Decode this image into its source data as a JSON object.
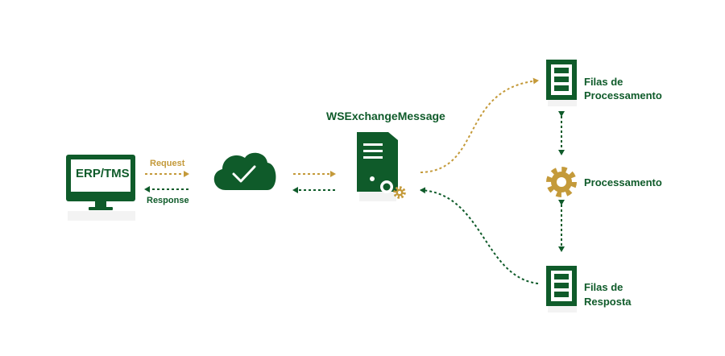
{
  "colors": {
    "green": "#0f5b2a",
    "gold": "#c49a3a",
    "background": "#ffffff"
  },
  "nodes": {
    "erp": {
      "label": "ERP/TMS",
      "icon": "monitor-icon"
    },
    "cloud": {
      "icon": "cloud-check-icon"
    },
    "server": {
      "title": "WSExchangeMessage",
      "icon": "server-gear-icon"
    },
    "queue_processing": {
      "label_line1": "Filas de",
      "label_line2": "Processamento",
      "icon": "document-list-icon"
    },
    "processing": {
      "label": "Processamento",
      "icon": "gear-icon"
    },
    "queue_response": {
      "label_line1": "Filas de",
      "label_line2": "Resposta",
      "icon": "document-list-icon"
    }
  },
  "edges": {
    "request": "Request",
    "response": "Response"
  }
}
